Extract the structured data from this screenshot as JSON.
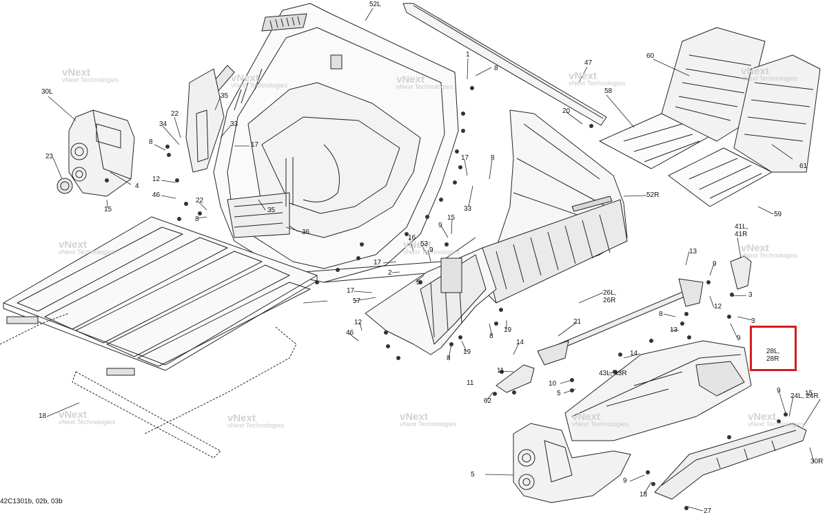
{
  "diagram": {
    "code": "42C1301b, 02b, 03b",
    "highlight_color": "#d11c1c",
    "watermark": {
      "brand": "vNext",
      "line": "vNext Technologies"
    },
    "callouts": [
      "52L",
      "1",
      "8",
      "47",
      "60",
      "30L",
      "35",
      "58",
      "22",
      "33",
      "20",
      "34",
      "17",
      "8",
      "17",
      "8",
      "52R",
      "61",
      "23",
      "12",
      "4",
      "46",
      "22",
      "15",
      "8",
      "35",
      "36",
      "15",
      "9",
      "33",
      "59",
      "41L,\n41R",
      "16",
      "53",
      "9",
      "17",
      "2",
      "5",
      "13",
      "9",
      "12",
      "3",
      "17",
      "57",
      "26L,\n26R",
      "8",
      "19",
      "8",
      "21",
      "12",
      "46",
      "13",
      "9",
      "3",
      "28L,\n28R",
      "8",
      "19",
      "14",
      "14",
      "11",
      "43L,\n43R",
      "11",
      "62",
      "10",
      "5",
      "9",
      "24L,\n24R",
      "15",
      "18",
      "30R",
      "5",
      "9",
      "18",
      "27"
    ]
  }
}
